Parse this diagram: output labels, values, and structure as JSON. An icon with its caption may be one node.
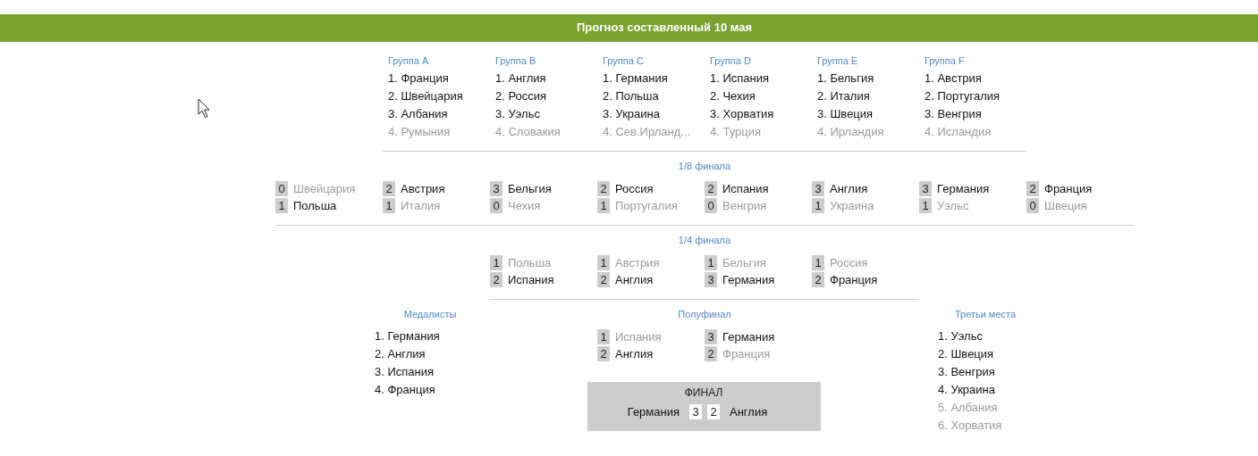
{
  "diagram": {
    "title": "Прогноз составленный 10 мая",
    "nodes": [
      {
        "text": [
          "0"
        ],
        "beside": [
          "Швейцария"
        ]
      },
      {
        "text": [
          "2"
        ],
        "beside": [
          "Австрия"
        ]
      },
      {
        "text": [
          "3"
        ],
        "beside": [
          "Бельгия"
        ]
      },
      {
        "text": [
          "2"
        ],
        "beside": [
          "Россия"
        ]
      },
      {
        "text": [
          "2"
        ],
        "beside": [
          "Испания"
        ]
      },
      {
        "text": [
          "3"
        ],
        "beside": [
          "Англия"
        ]
      },
      {
        "text": [
          "3"
        ],
        "beside": [
          "Германия"
        ]
      },
      {
        "text": [
          "2"
        ],
        "beside": [
          "Франция"
        ]
      },
      {
        "text": [
          "1"
        ],
        "beside": [
          "Польша"
        ]
      },
      {
        "text": [
          "1"
        ],
        "beside": [
          "Италия"
        ]
      },
      {
        "text": [
          "0"
        ],
        "beside": [
          "Чехия"
        ]
      },
      {
        "text": [
          "1"
        ],
        "beside": [
          "Португалия"
        ]
      },
      {
        "text": [
          "0"
        ],
        "beside": [
          "Венгрия"
        ]
      },
      {
        "text": [
          "1"
        ],
        "beside": [
          "Украина"
        ]
      },
      {
        "text": [
          "1"
        ],
        "beside": [
          "Уэльс"
        ]
      },
      {
        "text": [
          "0"
        ],
        "beside": [
          "Швеция"
        ]
      },
      {
        "text": [
          "1"
        ],
        "beside": [
          "Польша"
        ]
      },
      {
        "text": [
          "1"
        ],
        "beside": [
          "Австрия"
        ]
      },
      {
        "text": [
          "1"
        ],
        "beside": [
          "Бельгия"
        ]
      },
      {
        "text": [
          "1"
        ],
        "beside": [
          "Россия"
        ]
      },
      {
        "text": [
          "2"
        ],
        "beside": [
          "Испания"
        ]
      },
      {
        "text": [
          "2"
        ],
        "beside": [
          "Англия"
        ]
      },
      {
        "text": [
          "3"
        ],
        "beside": [
          "Германия"
        ]
      },
      {
        "text": [
          "2"
        ],
        "beside": [
          "Франция"
        ]
      },
      {
        "text": [
          "1"
        ],
        "beside": [
          "Испания"
        ]
      },
      {
        "text": [
          "3"
        ],
        "beside": [
          "Германия"
        ]
      },
      {
        "text": [
          "2"
        ],
        "beside": [
          "Англия"
        ]
      },
      {
        "text": [
          "2"
        ],
        "beside": [
          "Франция"
        ]
      },
      {
        "text": [
          "ФИНАЛ"
        ]
      },
      {
        "text": [
          "3"
        ],
        "beside": [
          "Германия"
        ],
        "in": 28
      },
      {
        "text": [
          "2"
        ],
        "beside": [
          "Англия"
        ],
        "in": 28
      }
    ],
    "labels": [
      "Группа A",
      "Группа B",
      "Группа C",
      "Группа D",
      "Группа E",
      "Группа F",
      "1. Франция",
      "1. Англия",
      "1. Германия",
      "1. Испания",
      "1. Бельгия",
      "1. Австрия",
      "2. Швейцария",
      "2. Россия",
      "2. Польша",
      "2. Чехия",
      "2. Италия",
      "2. Португалия",
      "3. Албания",
      "3. Уэльс",
      "3. Украина",
      "3. Хорватия",
      "3. Швеция",
      "3. Венгрия",
      "4. Румыния",
      "4. Словакия",
      "4. Сев.Ирланд...",
      "4. Турция",
      "4. Ирландия",
      "4. Исландия",
      "1/8 финала",
      "1/4 финала",
      "Медалисты",
      "Полуфинал",
      "Третьи места",
      "1. Германия",
      "1. Уэльс",
      "2. Англия",
      "2. Швеция",
      "3. Испания",
      "3. Венгрия",
      "4. Франция",
      "4. Украина",
      "5. Албания",
      "6. Хорватия"
    ]
  }
}
